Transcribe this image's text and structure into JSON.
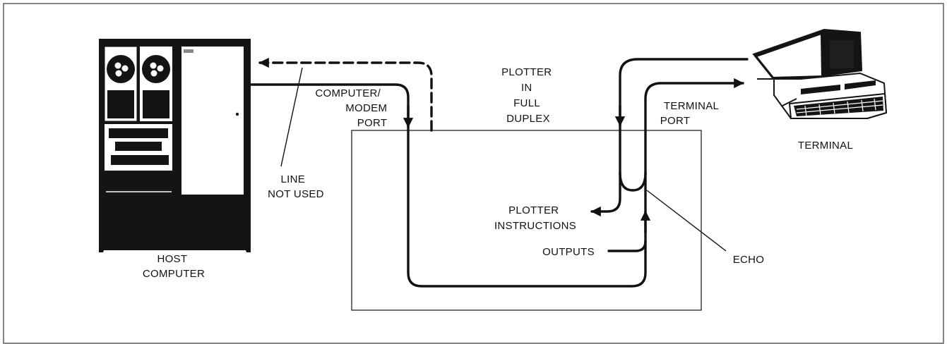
{
  "diagram": {
    "title_lines": [
      "PLOTTER",
      "IN",
      "FULL",
      "DUPLEX"
    ],
    "host": {
      "label_lines": [
        "HOST",
        "COMPUTER"
      ]
    },
    "terminal": {
      "label": "TERMINAL"
    },
    "computer_port": {
      "label_lines": [
        "COMPUTER/",
        "MODEM",
        "PORT"
      ]
    },
    "terminal_port": {
      "label_lines": [
        "TERMINAL",
        "PORT"
      ]
    },
    "line_not_used": {
      "label_lines": [
        "LINE",
        "NOT USED"
      ]
    },
    "plotter_instructions": {
      "label_lines": [
        "PLOTTER",
        "INSTRUCTIONS"
      ]
    },
    "outputs": {
      "label": "OUTPUTS"
    },
    "echo": {
      "label": "ECHO"
    }
  }
}
